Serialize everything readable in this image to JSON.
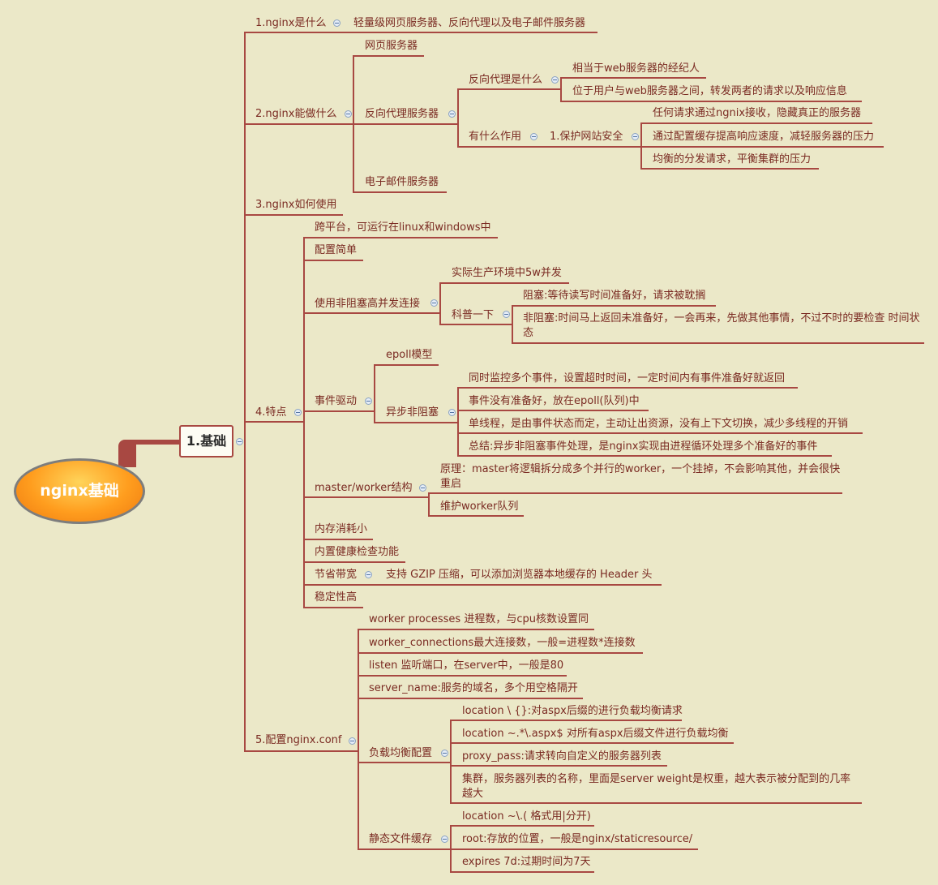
{
  "root": {
    "label": "nginx基础"
  },
  "branch": {
    "label": "1.基础"
  },
  "nodes": {
    "what_is": "1.nginx是什么",
    "what_is_answer": "轻量级网页服务器、反向代理以及电子邮件服务器",
    "can_do": "2.nginx能做什么",
    "web_server": "网页服务器",
    "reverse_proxy_server": "反向代理服务器",
    "rp_what": "反向代理是什么",
    "rp_what_1": "相当于web服务器的经纪人",
    "rp_what_2": "位于用户与web服务器之间，转发两者的请求以及响应信息",
    "rp_use": "有什么作用",
    "rp_use_security": "1.保护网站安全",
    "rp_sec_1": "任何请求通过ngnix接收，隐藏真正的服务器",
    "rp_sec_2": "通过配置缓存提高响应速度，减轻服务器的压力",
    "rp_sec_3": "均衡的分发请求，平衡集群的压力",
    "mail_server": "电子邮件服务器",
    "how_use": "3.nginx如何使用",
    "features": "4.特点",
    "f_cross": "跨平台，可运行在linux和windows中",
    "f_simple": "配置简单",
    "f_nonblock": "使用非阻塞高并发连接",
    "f_nb_prod": "实际生产环境中5w并发",
    "f_nb_sci": "科普一下",
    "f_nb_block": "阻塞:等待读写时间准备好，请求被耽搁",
    "f_nb_nonblock": "非阻塞:时间马上返回未准备好，一会再来，先做其他事情，不过不时的要检查 时间状态",
    "f_event": "事件驱动",
    "f_ev_epoll": "epoll模型",
    "f_ev_async": "异步非阻塞",
    "f_ev_a1": "同时监控多个事件，设置超时时间，一定时间内有事件准备好就返回",
    "f_ev_a2": "事件没有准备好，放在epoll(队列)中",
    "f_ev_a3": "单线程，是由事件状态而定，主动让出资源，没有上下文切换，减少多线程的开销",
    "f_ev_a4": "总结:异步非阻塞事件处理，是nginx实现由进程循环处理多个准备好的事件",
    "f_mw": "master/worker结构",
    "f_mw_1": "原理：master将逻辑拆分成多个并行的worker，一个挂掉，不会影响其他，并会很快重启",
    "f_mw_2": "维护worker队列",
    "f_mem": "内存消耗小",
    "f_health": "内置健康检查功能",
    "f_bw": "节省带宽",
    "f_bw_1": "支持 GZIP 压缩，可以添加浏览器本地缓存的 Header 头",
    "f_stable": "稳定性高",
    "conf": "5.配置nginx.conf",
    "c_wp": "worker processes 进程数，与cpu核数设置同",
    "c_wc": "worker_connections最大连接数，一般=进程数*连接数",
    "c_listen": "listen 监听端口，在server中，一般是80",
    "c_sn": "server_name:服务的域名，多个用空格隔开",
    "c_lb": "负载均衡配置",
    "c_lb_1": "location \\ {}:对aspx后缀的进行负载均衡请求",
    "c_lb_2": "location ~.*\\.aspx$  对所有aspx后缀文件进行负载均衡",
    "c_lb_3": "proxy_pass:请求转向自定义的服务器列表",
    "c_lb_4": "集群，服务器列表的名称，里面是server weight是权重，越大表示被分配到的几率越大",
    "c_static": "静态文件缓存",
    "c_st_1": "location ~\\.( 格式用|分开)",
    "c_st_2": "root:存放的位置，一般是nginx/staticresource/",
    "c_st_3": "expires 7d:过期时间为7天"
  },
  "colors": {
    "background": "#ebe8c8",
    "line": "#a84842",
    "text": "#7a2a22",
    "root_fill": "#ff9d1e"
  }
}
